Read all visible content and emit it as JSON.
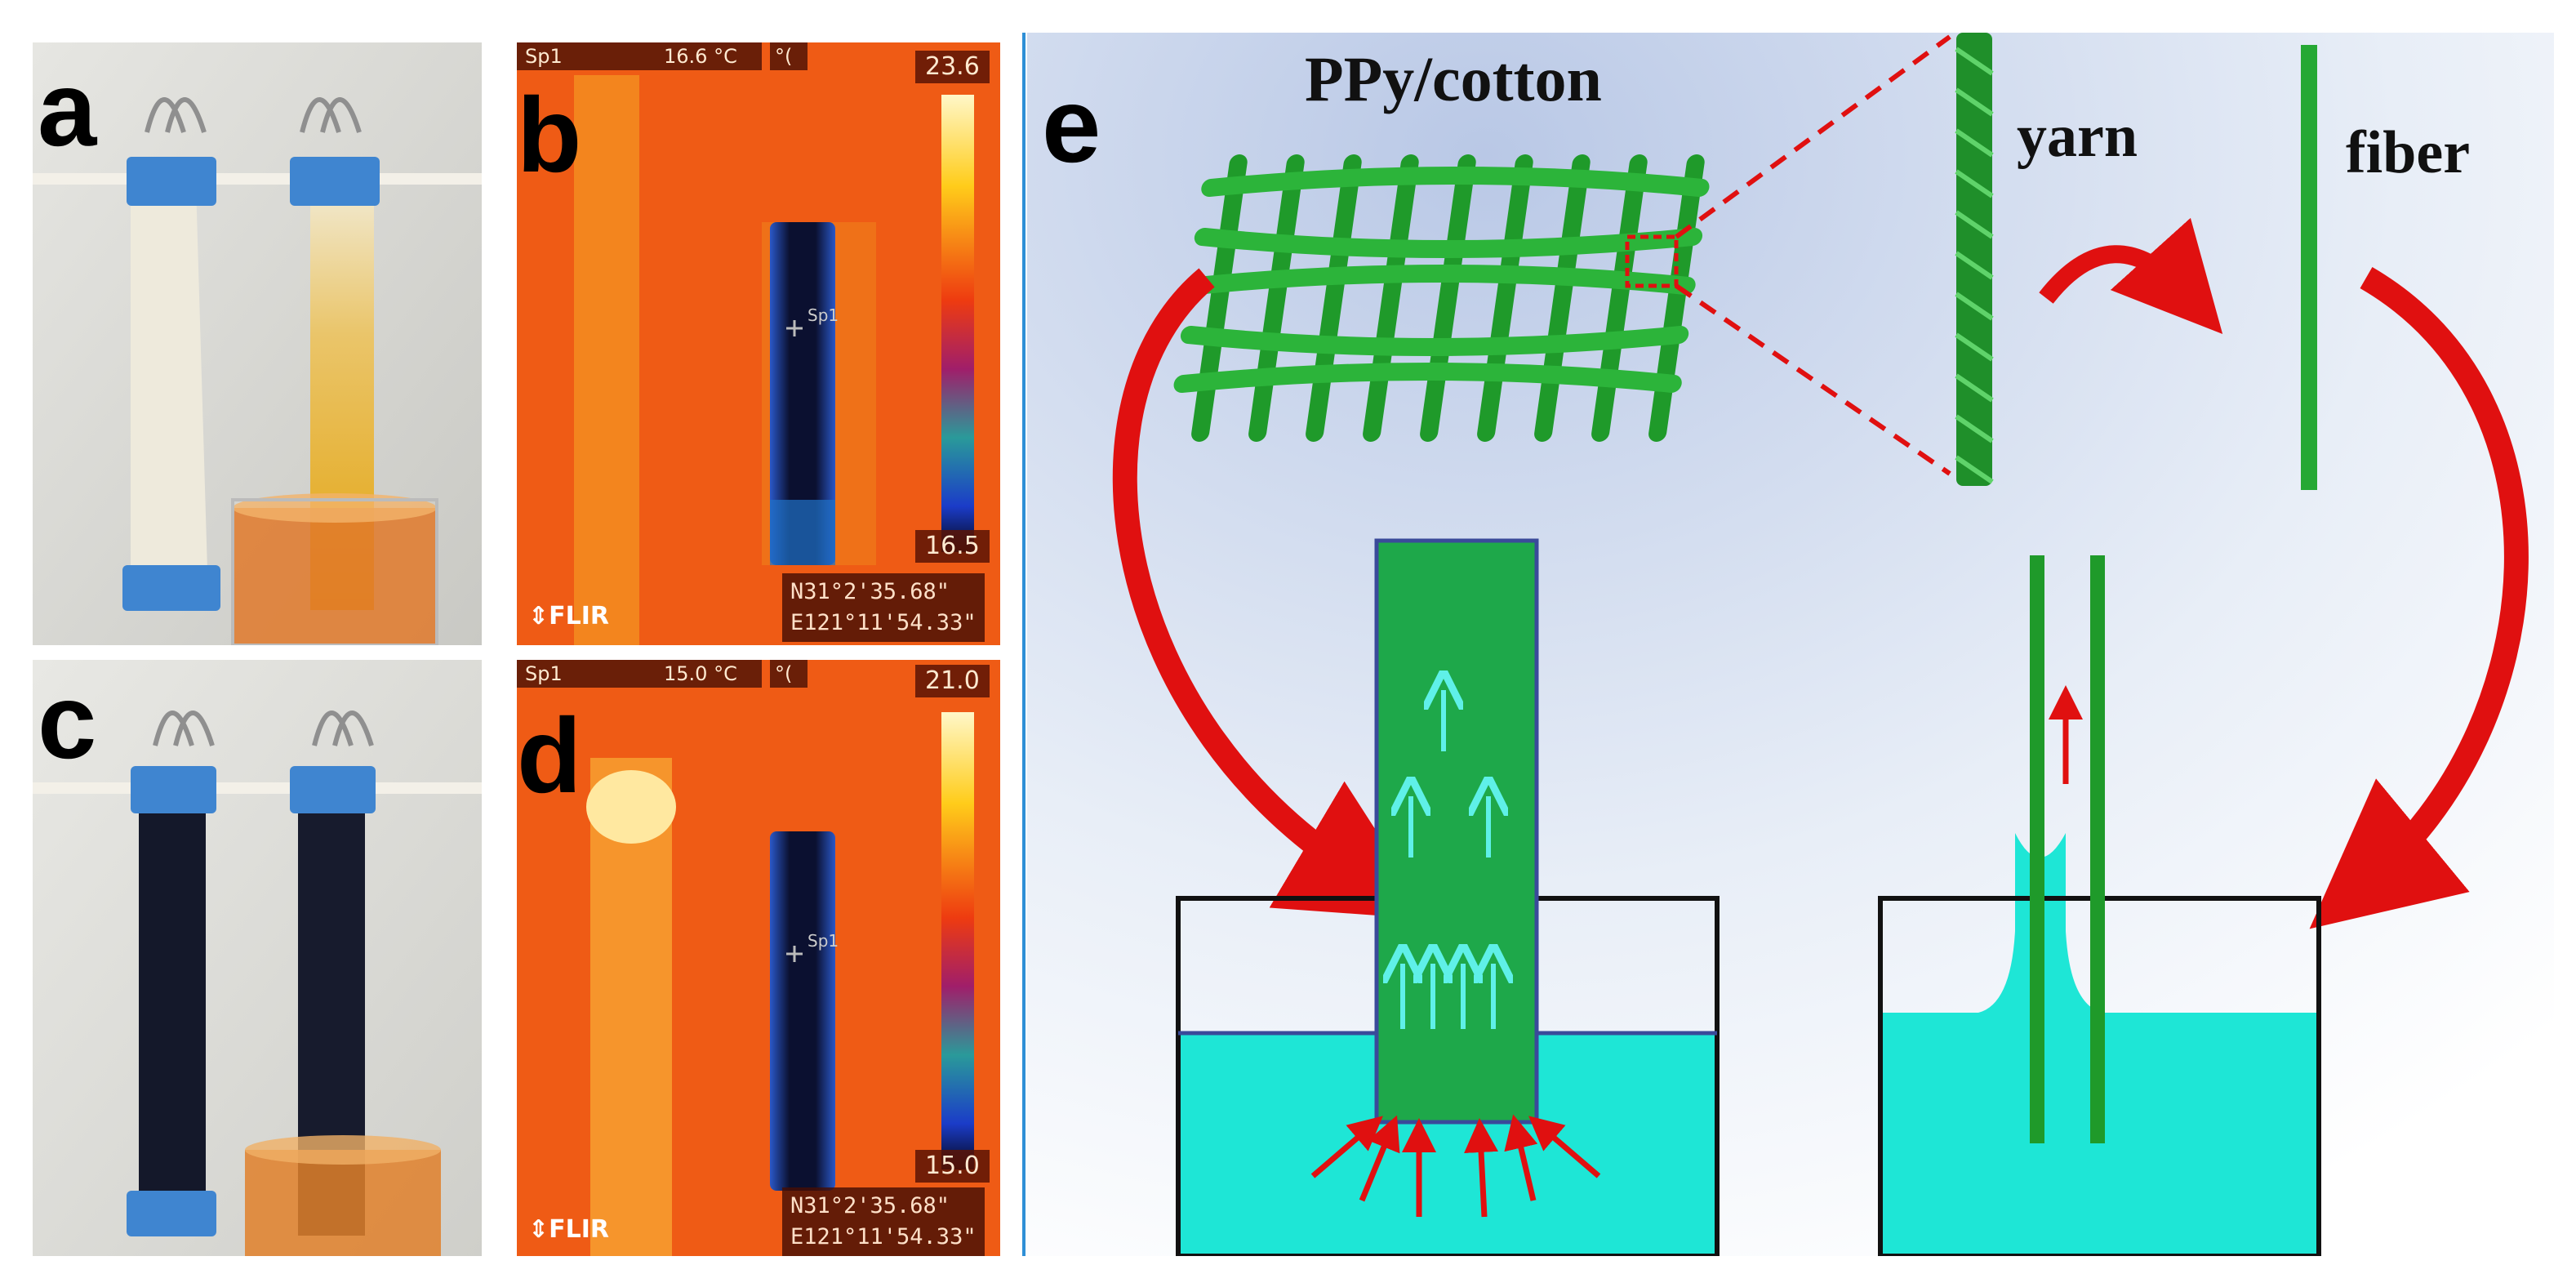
{
  "panels": {
    "a": {
      "letter": "a"
    },
    "b": {
      "letter": "b",
      "spot": "Sp1",
      "spot_temp": "16.6 °C",
      "top_extra": "°(",
      "scale_max": "23.6",
      "scale_min": "16.5",
      "brand": "FLIR",
      "coords": "N31°2'35.68\"\nE121°11'54.33\""
    },
    "c": {
      "letter": "c"
    },
    "d": {
      "letter": "d",
      "spot": "Sp1",
      "spot_temp": "15.0 °C",
      "top_extra": "°(",
      "scale_max": "21.0",
      "scale_min": "15.0",
      "brand": "FLIR",
      "coords": "N31°2'35.68\"\nE121°11'54.33\""
    },
    "e": {
      "letter": "e",
      "title": "PPy/cotton",
      "yarn": "yarn",
      "fiber": "fiber"
    }
  },
  "colors": {
    "fabric_green": "#1f9a2a",
    "arrow_red": "#e01010",
    "water_cyan": "#1ee6d6",
    "divider_blue": "#2e8fd6"
  }
}
